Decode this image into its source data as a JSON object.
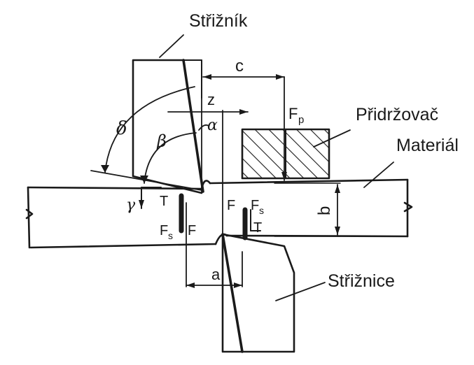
{
  "labels": {
    "punch": "Střižník",
    "holder": "Přidržovač",
    "material": "Materiál",
    "die": "Střižnice"
  },
  "symbols": {
    "c": "c",
    "z": "z",
    "fp_main": "F",
    "fp_sub": "p",
    "delta": "δ",
    "beta": "β",
    "alpha": "α",
    "gamma": "γ",
    "t_upper": "T",
    "fs_upper_main": "F",
    "fs_upper_sub": "s",
    "f_upper": "F",
    "f_lower": "F",
    "fs_lower_main": "F",
    "fs_lower_sub": "s",
    "t_lower": "T",
    "b": "b",
    "a": "a"
  },
  "colors": {
    "ink": "#1a1a1a",
    "paper": "#ffffff"
  }
}
